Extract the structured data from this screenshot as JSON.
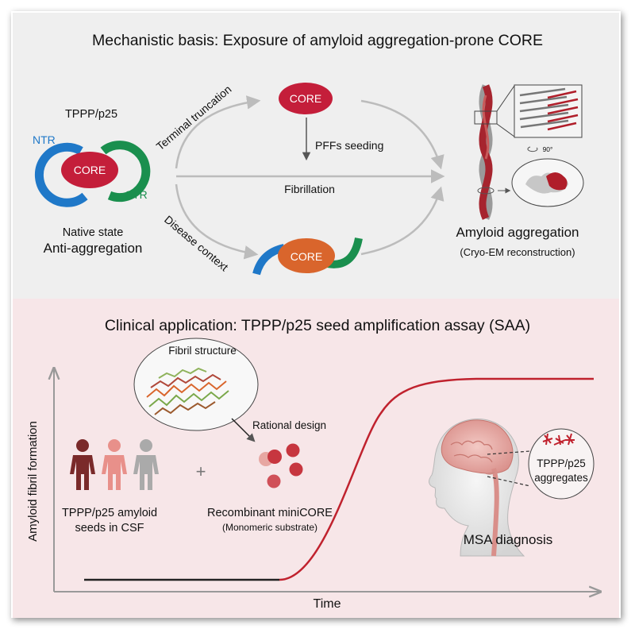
{
  "top": {
    "title": "Mechanistic basis: Exposure of amyloid aggregation-prone CORE",
    "protein_name": "TPPP/p25",
    "ntr_label": "NTR",
    "ctr_label": "CTR",
    "core_label": "CORE",
    "native_state": "Native state",
    "anti_aggregation": "Anti-aggregation",
    "terminal_truncation": "Terminal truncation",
    "pffs_seeding": "PFFs seeding",
    "fibrillation": "Fibrillation",
    "disease_context": "Disease context",
    "rotation_label": "90°",
    "amyloid_aggregation": "Amyloid aggregation",
    "cryo_em": "(Cryo-EM reconstruction)"
  },
  "bottom": {
    "title": "Clinical application: TPPP/p25 seed amplification assay (SAA)",
    "fibril_structure": "Fibril structure",
    "rational_design": "Rational design",
    "seeds_line1": "TPPP/p25 amyloid",
    "seeds_line2": "seeds in CSF",
    "plus": "+",
    "minicore_line1": "Recombinant miniCORE",
    "minicore_line2": "(Monomeric substrate)",
    "aggregates_line1": "TPPP/p25",
    "aggregates_line2": "aggregates",
    "msa_diagnosis": "MSA diagnosis",
    "y_axis_label": "Amyloid fibril formation",
    "x_axis_label": "Time"
  },
  "colors": {
    "top_bg": "#efefef",
    "bottom_bg": "#f7e6e8",
    "core_red": "#c41e3a",
    "core_orange": "#d9652c",
    "ntr_blue": "#1f78c8",
    "ctr_green": "#1a8f4e",
    "arrow_gray": "#bcbcbc",
    "curve_red": "#c0222e",
    "person_dark": "#7a2a2a",
    "person_light": "#e8908a",
    "person_gray": "#aaaaaa"
  }
}
